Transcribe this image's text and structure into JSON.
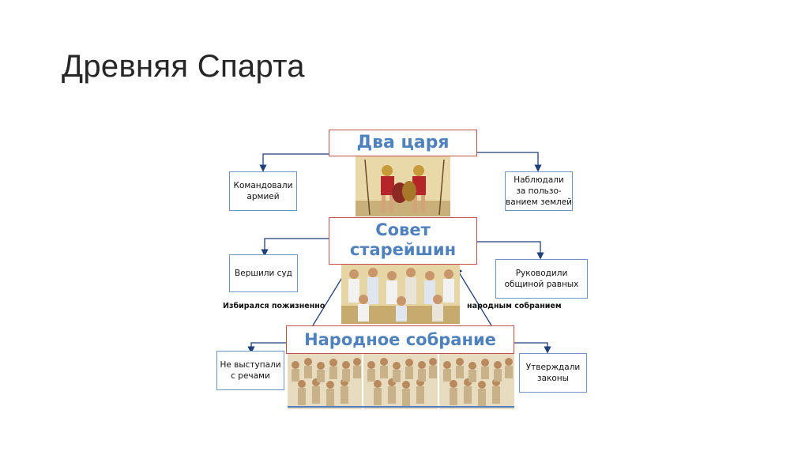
{
  "slide": {
    "title": "Древняя Спарта"
  },
  "tiers": {
    "kings": "Два царя",
    "council_line1": "Совет",
    "council_line2": "старейшин",
    "assembly": "Народное собрание"
  },
  "boxes": {
    "commanded_line1": "Командовали",
    "commanded_line2": "армией",
    "oversaw_line1": "Наблюдали",
    "oversaw_line2": "за пользо-",
    "oversaw_line3": "ванием землей",
    "judged": "Вершили суд",
    "led_line1": "Руководили",
    "led_line2": "общиной равных",
    "no_speech_line1": "Не выступали",
    "no_speech_line2": "с речами",
    "approved_line1": "Утверждали",
    "approved_line2": "законы"
  },
  "notes": {
    "elected_for_life": "Избирался пожизненно",
    "by_assembly": "народным собранием"
  },
  "colors": {
    "tier_text": "#4f81bd",
    "tier_border": "#c0504d",
    "box_border": "#7094bf",
    "arrow": "#1f3f7a"
  }
}
